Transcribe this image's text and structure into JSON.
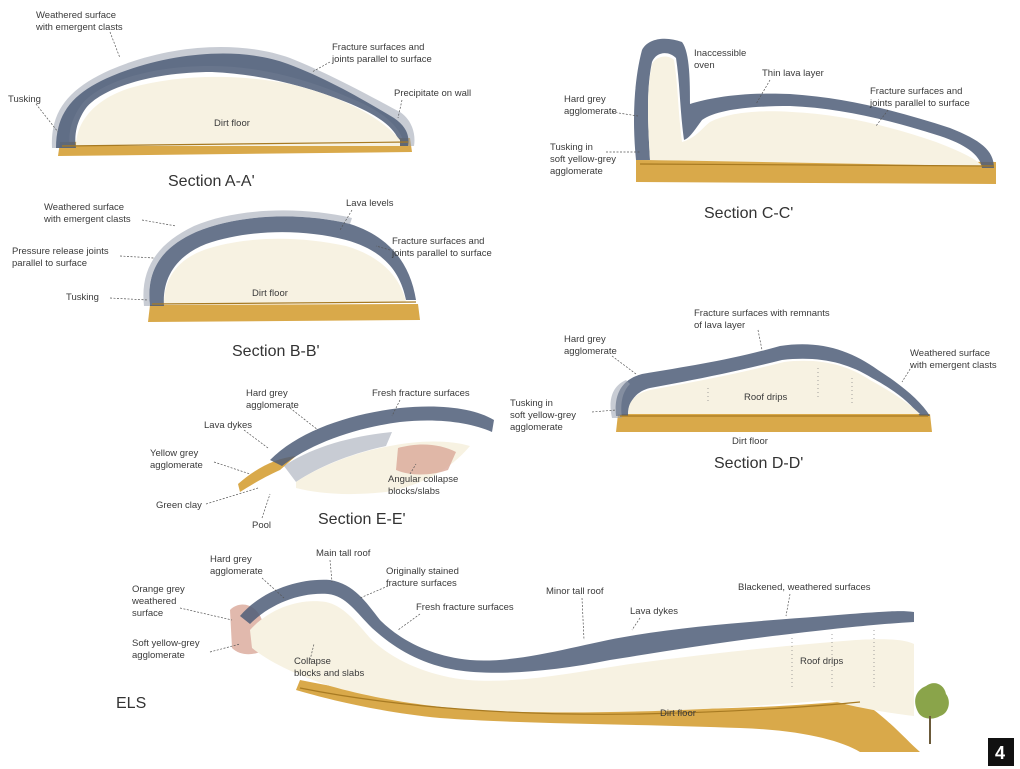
{
  "sections": {
    "aa": {
      "title": "Section A-A'",
      "labels": {
        "weathered": [
          "Weathered surface",
          "with emergent clasts"
        ],
        "fracture": [
          "Fracture surfaces and",
          "joints parallel to surface"
        ],
        "tusking": "Tusking",
        "dirt_floor": "Dirt floor",
        "precipitate": "Precipitate on wall"
      }
    },
    "bb": {
      "title": "Section B-B'",
      "labels": {
        "weathered": [
          "Weathered surface",
          "with emergent clasts"
        ],
        "lava_levels": "Lava levels",
        "pressure": [
          "Pressure release joints",
          "parallel to surface"
        ],
        "fracture": [
          "Fracture surfaces and",
          "joints parallel to surface"
        ],
        "tusking": "Tusking",
        "dirt_floor": "Dirt floor"
      }
    },
    "cc": {
      "title": "Section C-C'",
      "labels": {
        "inaccessible": [
          "Inaccessible",
          "oven"
        ],
        "thin_lava": "Thin lava layer",
        "hard_grey": [
          "Hard grey",
          "agglomerate"
        ],
        "fracture": [
          "Fracture surfaces and",
          "joints parallel to surface"
        ],
        "tusking": [
          "Tusking in",
          "soft yellow-grey",
          "agglomerate"
        ]
      }
    },
    "dd": {
      "title": "Section D-D'",
      "labels": {
        "hard_grey": [
          "Hard grey",
          "agglomerate"
        ],
        "fracture": [
          "Fracture surfaces with remnants",
          "of lava layer"
        ],
        "weathered": [
          "Weathered surface",
          "with emergent clasts"
        ],
        "tusking": [
          "Tusking in",
          "soft yellow-grey",
          "agglomerate"
        ],
        "roof_drips": "Roof drips",
        "dirt_floor": "Dirt floor"
      }
    },
    "ee": {
      "title": "Section E-E'",
      "labels": {
        "hard_grey": [
          "Hard grey",
          "agglomerate"
        ],
        "fresh_fracture": "Fresh fracture surfaces",
        "lava_dykes": "Lava dykes",
        "yellow_grey": [
          "Yellow grey",
          "agglomerate"
        ],
        "angular_collapse": [
          "Angular collapse",
          "blocks/slabs"
        ],
        "green_clay": "Green clay",
        "pool": "Pool"
      }
    },
    "els": {
      "title": "ELS",
      "labels": {
        "hard_grey": [
          "Hard grey",
          "agglomerate"
        ],
        "main_roof": "Main tall roof",
        "originally_stained": [
          "Originally stained",
          "fracture surfaces"
        ],
        "orange_grey": [
          "Orange grey",
          "weathered",
          "surface"
        ],
        "fresh_fracture": "Fresh fracture surfaces",
        "minor_roof": "Minor tall roof",
        "lava_dykes": "Lava dykes",
        "blackened": "Blackened, weathered surfaces",
        "soft_yellow": [
          "Soft yellow-grey",
          "agglomerate"
        ],
        "collapse": [
          "Collapse",
          "blocks and slabs"
        ],
        "roof_drips": "Roof drips",
        "dirt_floor": "Dirt floor"
      }
    }
  },
  "figure_number": "4",
  "colors": {
    "rock": "#4d5d78",
    "cave_fill": "#f7f2e2",
    "floor": "#d9a94a",
    "text": "#3a3a3a"
  }
}
